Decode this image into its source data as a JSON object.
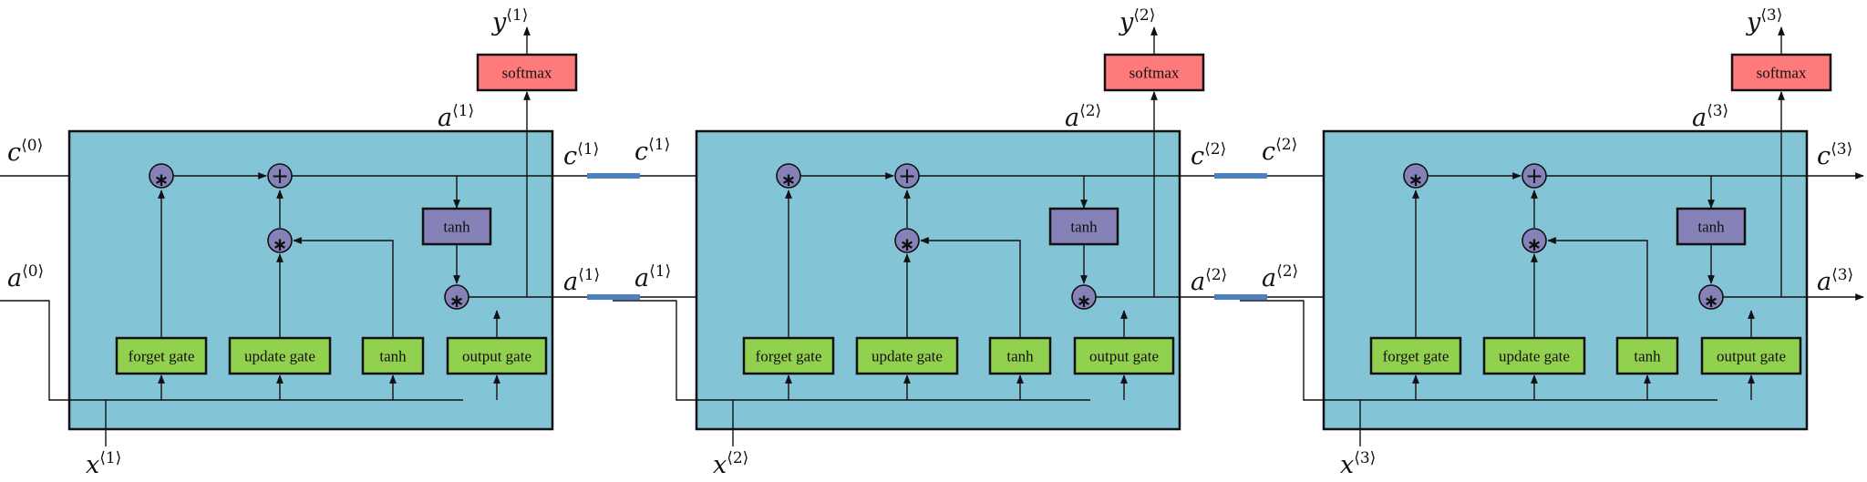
{
  "cells": [
    {
      "gates": [
        "forget gate",
        "update gate",
        "tanh",
        "output gate"
      ],
      "tanh_label": "tanh",
      "softmax_label": "softmax",
      "output_y": {
        "base": "y",
        "sup": "⟨1⟩"
      },
      "top_a": {
        "base": "a",
        "sup": "⟨1⟩"
      },
      "input_x": {
        "base": "x",
        "sup": "⟨1⟩"
      },
      "c_out": {
        "base": "c",
        "sup": "⟨1⟩"
      },
      "a_out": {
        "base": "a",
        "sup": "⟨1⟩"
      },
      "c_next": {
        "base": "c",
        "sup": "⟨1⟩"
      },
      "a_next": {
        "base": "a",
        "sup": "⟨1⟩"
      }
    },
    {
      "gates": [
        "forget gate",
        "update gate",
        "tanh",
        "output gate"
      ],
      "tanh_label": "tanh",
      "softmax_label": "softmax",
      "output_y": {
        "base": "y",
        "sup": "⟨2⟩"
      },
      "top_a": {
        "base": "a",
        "sup": "⟨2⟩"
      },
      "input_x": {
        "base": "x",
        "sup": "⟨2⟩"
      },
      "c_out": {
        "base": "c",
        "sup": "⟨2⟩"
      },
      "a_out": {
        "base": "a",
        "sup": "⟨2⟩"
      },
      "c_next": {
        "base": "c",
        "sup": "⟨2⟩"
      },
      "a_next": {
        "base": "a",
        "sup": "⟨2⟩"
      }
    },
    {
      "gates": [
        "forget gate",
        "update gate",
        "tanh",
        "output gate"
      ],
      "tanh_label": "tanh",
      "softmax_label": "softmax",
      "output_y": {
        "base": "y",
        "sup": "⟨3⟩"
      },
      "top_a": {
        "base": "a",
        "sup": "⟨3⟩"
      },
      "input_x": {
        "base": "x",
        "sup": "⟨3⟩"
      },
      "c_out": {
        "base": "c",
        "sup": "⟨3⟩"
      },
      "a_out": {
        "base": "a",
        "sup": "⟨3⟩"
      }
    }
  ],
  "initial": {
    "c0": {
      "base": "c",
      "sup": "⟨0⟩"
    },
    "a0": {
      "base": "a",
      "sup": "⟨0⟩"
    }
  },
  "operators": {
    "multiply": "∗",
    "add": "+"
  },
  "colors": {
    "cell": "#83c5d6",
    "gate": "#92d050",
    "tanh": "#8582b8",
    "softmax": "#ff7a7a",
    "connector": "#4e7fbf"
  }
}
